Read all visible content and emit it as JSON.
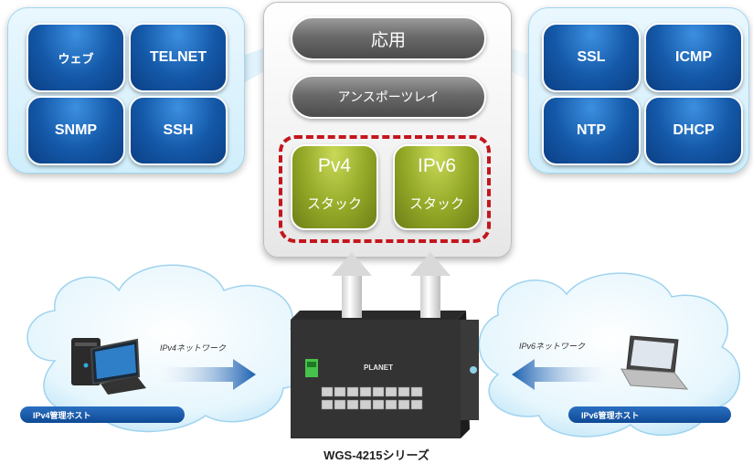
{
  "left_panel": {
    "tiles": [
      "ウェブ",
      "TELNET",
      "SNMP",
      "SSH"
    ]
  },
  "right_panel": {
    "tiles": [
      "SSL",
      "ICMP",
      "NTP",
      "DHCP"
    ]
  },
  "stack": {
    "app_label": "応用",
    "transport_label": "アンスポーツレイ",
    "ipv4": {
      "title": "Pv4",
      "subtitle": "スタック"
    },
    "ipv6": {
      "title": "IPv6",
      "subtitle": "スタック"
    }
  },
  "left_network": {
    "label": "IPv4ネットワーク",
    "host_label": "IPv4管理ホスト"
  },
  "right_network": {
    "label": "IPv6ネットワーク",
    "host_label": "IPv6管理ホスト"
  },
  "device": {
    "brand": "PLANET",
    "caption": "WGS-4215シリーズ"
  },
  "colors": {
    "tile_blue": "#1458a8",
    "stack_green": "#93a827",
    "dash_red": "#c4161c",
    "arrow_blue": "#1a5fb0",
    "cloud_blue": "#bfe6f9"
  }
}
